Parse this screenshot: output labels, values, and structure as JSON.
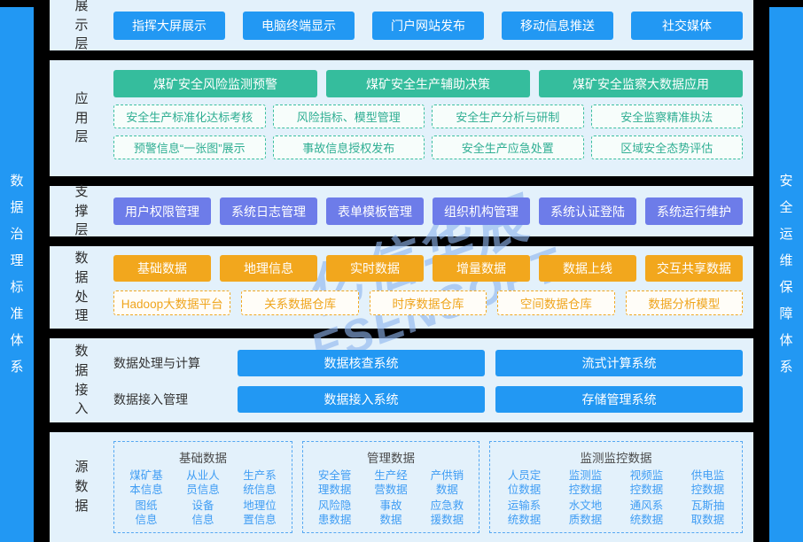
{
  "colors": {
    "accent_blue": "#2298f3",
    "accent_green": "#35bd9d",
    "accent_indigo": "#6d7ce9",
    "accent_orange": "#f2a71d",
    "panel_bg": "#e3f1fb",
    "frame_bg": "#000000",
    "source_text_blue": "#3f9df4"
  },
  "left_sidebar": {
    "text": "数据治理标准体系"
  },
  "right_sidebar": {
    "text": "安全运维保障体系"
  },
  "watermark": {
    "cn": "亿信华辰",
    "en": "ESENSOFT"
  },
  "layers": {
    "display": {
      "label": "展示层",
      "buttons": [
        "指挥大屏展示",
        "电脑终端显示",
        "门户网站发布",
        "移动信息推送",
        "社交媒体"
      ]
    },
    "application": {
      "label": "应用层",
      "primary": [
        "煤矿安全风险监测预警",
        "煤矿安全生产辅助决策",
        "煤矿安全监察大数据应用"
      ],
      "secondary": [
        "安全生产标准化达标考核",
        "风险指标、模型管理",
        "安全生产分析与研制",
        "安全监察精准执法",
        "预警信息“一张图”展示",
        "事故信息授权发布",
        "安全生产应急处置",
        "区域安全态势评估"
      ]
    },
    "support": {
      "label": "支撑层",
      "buttons": [
        "用户权限管理",
        "系统日志管理",
        "表单模板管理",
        "组织机构管理",
        "系统认证登陆",
        "系统运行维护"
      ]
    },
    "processing": {
      "label": "数据处理",
      "solid": [
        "基础数据",
        "地理信息",
        "实时数据",
        "增量数据",
        "数据上线",
        "交互共享数据"
      ],
      "dashed": [
        "Hadoop大数据平台",
        "关系数据仓库",
        "时序数据仓库",
        "空间数据仓库",
        "数据分析模型"
      ]
    },
    "access": {
      "label": "数据接入",
      "rows": [
        {
          "caption": "数据处理与计算",
          "buttons": [
            "数据核查系统",
            "流式计算系统"
          ]
        },
        {
          "caption": "数据接入管理",
          "buttons": [
            "数据接入系统",
            "存储管理系统"
          ]
        }
      ]
    },
    "source": {
      "label": "源数据",
      "groups": [
        {
          "title": "基础数据",
          "items": [
            "煤矿基\n本信息",
            "从业人\n员信息",
            "生产系\n统信息",
            "图纸\n信息",
            "设备\n信息",
            "地理位\n置信息"
          ]
        },
        {
          "title": "管理数据",
          "items": [
            "安全管\n理数据",
            "生产经\n营数据",
            "产供销\n数据",
            "风险隐\n患数据",
            "事故\n数据",
            "应急救\n援数据"
          ]
        },
        {
          "title": "监测监控数据",
          "items": [
            "人员定\n位数据",
            "监测监\n控数据",
            "视频监\n控数据",
            "供电监\n控数据",
            "运输系\n统数据",
            "水文地\n质数据",
            "通风系\n统数据",
            "瓦斯抽\n取数据"
          ]
        }
      ]
    }
  }
}
